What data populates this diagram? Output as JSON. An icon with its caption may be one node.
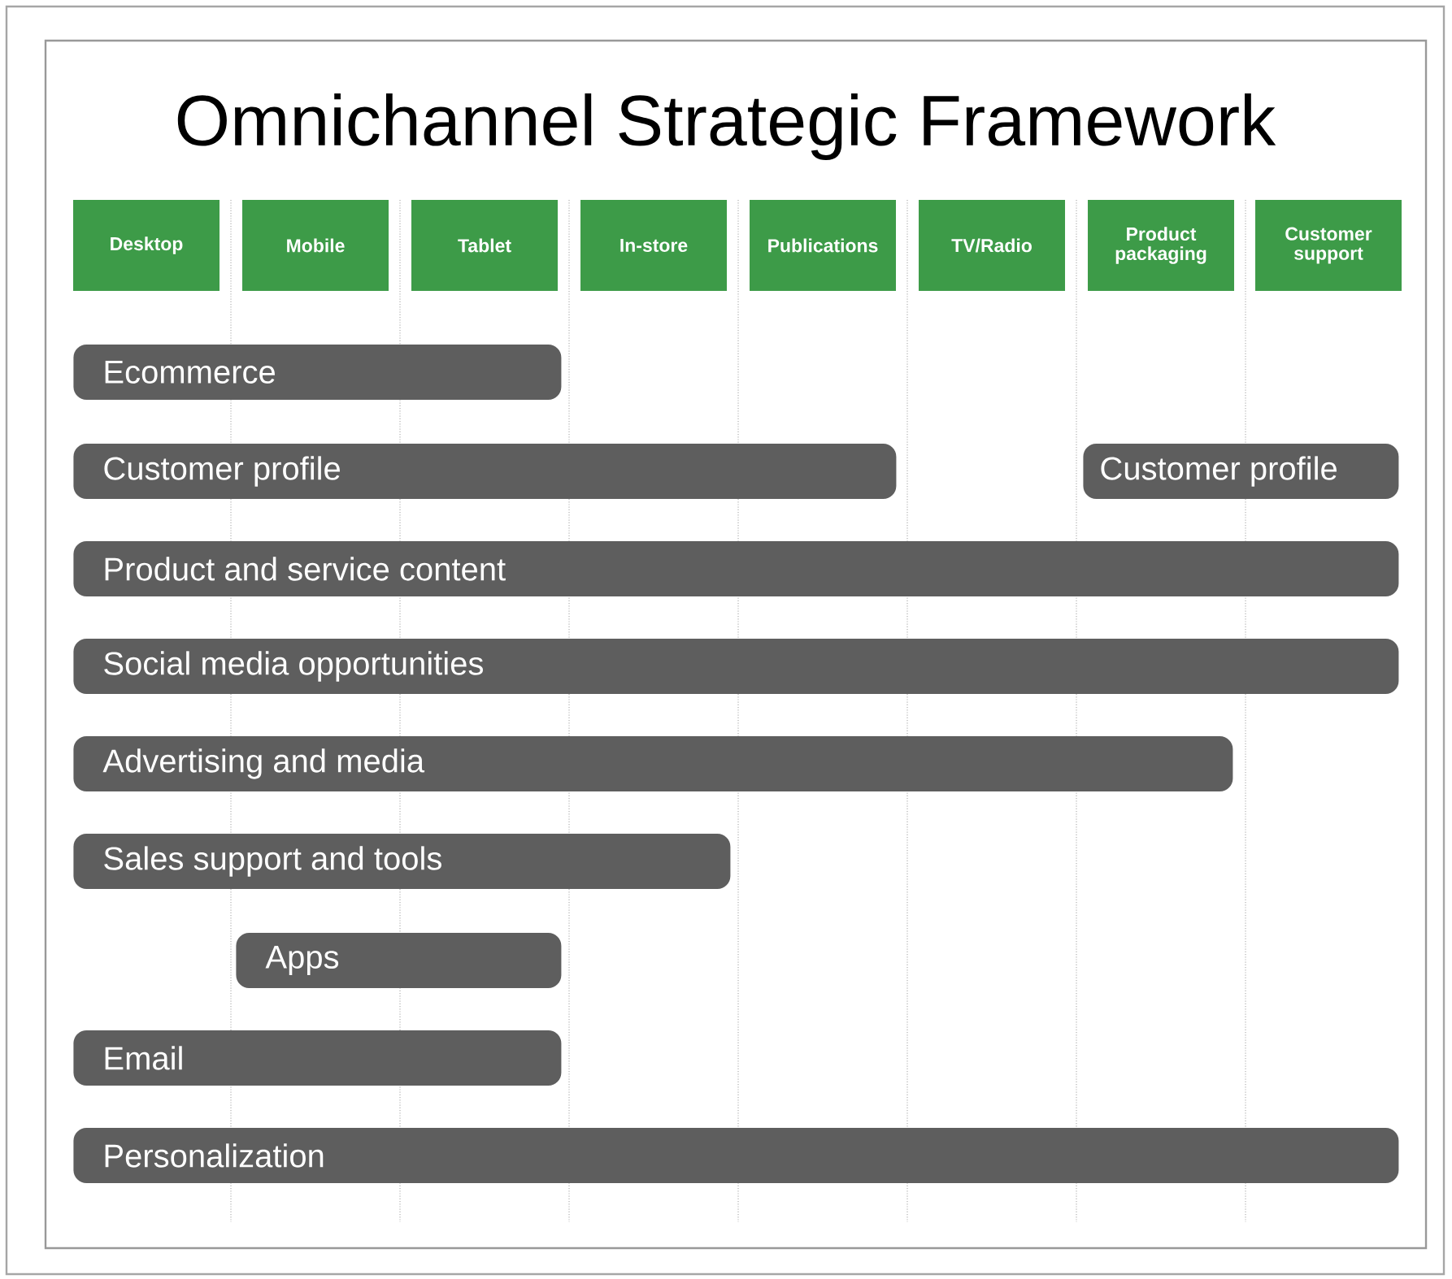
{
  "diagram": {
    "title": "Omnichannel Strategic Framework",
    "nodes": [
      {
        "text": [
          "Desktop"
        ]
      },
      {
        "text": [
          "Mobile"
        ]
      },
      {
        "text": [
          "Tablet"
        ]
      },
      {
        "text": [
          "In-store"
        ]
      },
      {
        "text": [
          "Publications"
        ]
      },
      {
        "text": [
          "TV/Radio"
        ]
      },
      {
        "text": [
          "Product packaging"
        ]
      },
      {
        "text": [
          "Customer support"
        ]
      },
      {
        "text": [
          "Ecommerce"
        ]
      },
      {
        "text": [
          "Customer profile"
        ]
      },
      {
        "text": [
          "Customer profile"
        ]
      },
      {
        "text": [
          "Product and service content"
        ]
      },
      {
        "text": [
          "Social media opportunities"
        ]
      },
      {
        "text": [
          "Advertising and media"
        ]
      },
      {
        "text": [
          "Sales support and tools"
        ]
      },
      {
        "text": [
          "Apps"
        ]
      },
      {
        "text": [
          "Email"
        ]
      },
      {
        "text": [
          "Personalization"
        ]
      }
    ]
  }
}
